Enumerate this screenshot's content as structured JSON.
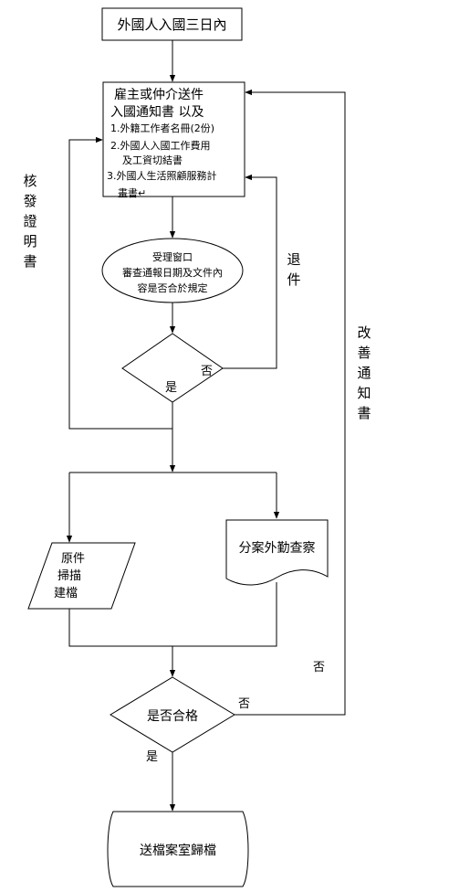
{
  "nodes": {
    "start": "外國人入國三日內",
    "notify_title_1": "雇主或仲介送件",
    "notify_title_2": "入國通知書 以及",
    "notify_item_1": "1.外籍工作者名冊(2份)",
    "notify_item_2a": "2.外國人入國工作費用",
    "notify_item_2b": "及工資切結書",
    "notify_item_3a": "3.外國人生活照顧服務計",
    "notify_item_3b": "畫書↵",
    "review_1": "受理窗口",
    "review_2": "審查通報日期及文件內",
    "review_3": "容是否合於規定",
    "scan_1": "原件",
    "scan_2": "掃描",
    "scan_3": "建檔",
    "inspect": "分案外勤查察",
    "qualify": "是否合格",
    "archive": "送檔案室歸檔"
  },
  "labels": {
    "issue_cert": "核發證明書",
    "return_doc": "退件",
    "improve_notice": "改善通知書",
    "d1_no": "否",
    "d1_yes": "是",
    "d2_no_a": "否",
    "d2_no_b": "否",
    "d2_yes": "是"
  }
}
